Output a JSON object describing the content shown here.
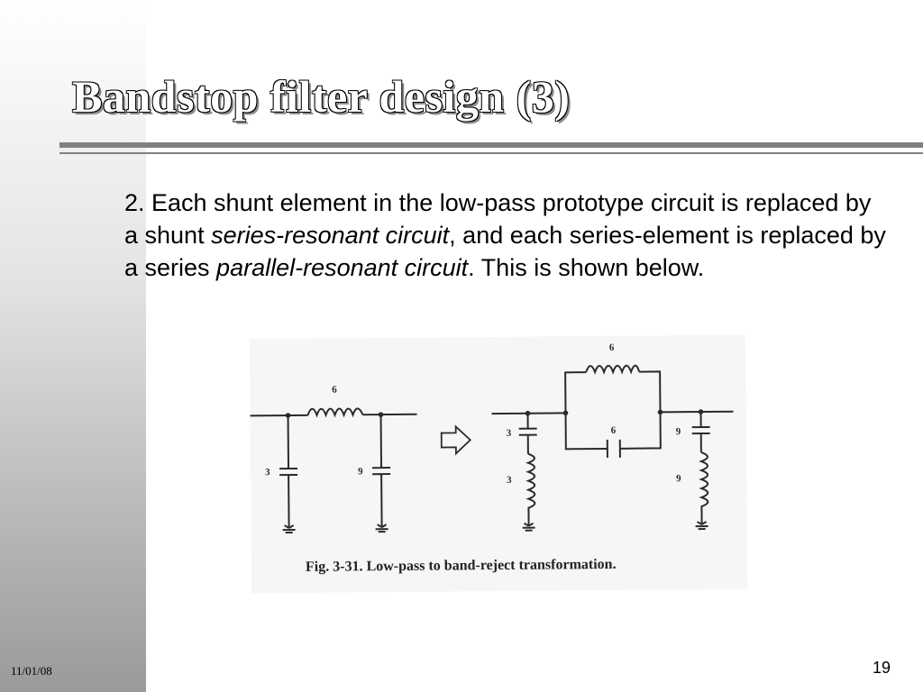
{
  "slide": {
    "title": "Bandstop filter design (3)",
    "body": {
      "part1": "2. Each shunt element in the low-pass prototype circuit is replaced by a shunt ",
      "em1": "series-resonant circuit",
      "part2": ", and each series-element is replaced by a series ",
      "em2": "parallel-resonant circuit",
      "part3": ". This is shown below."
    },
    "figure": {
      "caption": "Fig. 3-31. Low-pass to band-reject transformation.",
      "left_circuit": {
        "series_inductor": "6",
        "shunt_capacitor_1": "3",
        "shunt_capacitor_2": "9"
      },
      "right_circuit": {
        "parallel_inductor": "6",
        "parallel_capacitor": "6",
        "shunt_capacitor_1": "3",
        "shunt_inductor_1": "3",
        "shunt_capacitor_2": "9",
        "shunt_inductor_2": "9"
      }
    },
    "footer": {
      "date": "11/01/08",
      "page": "19"
    }
  }
}
